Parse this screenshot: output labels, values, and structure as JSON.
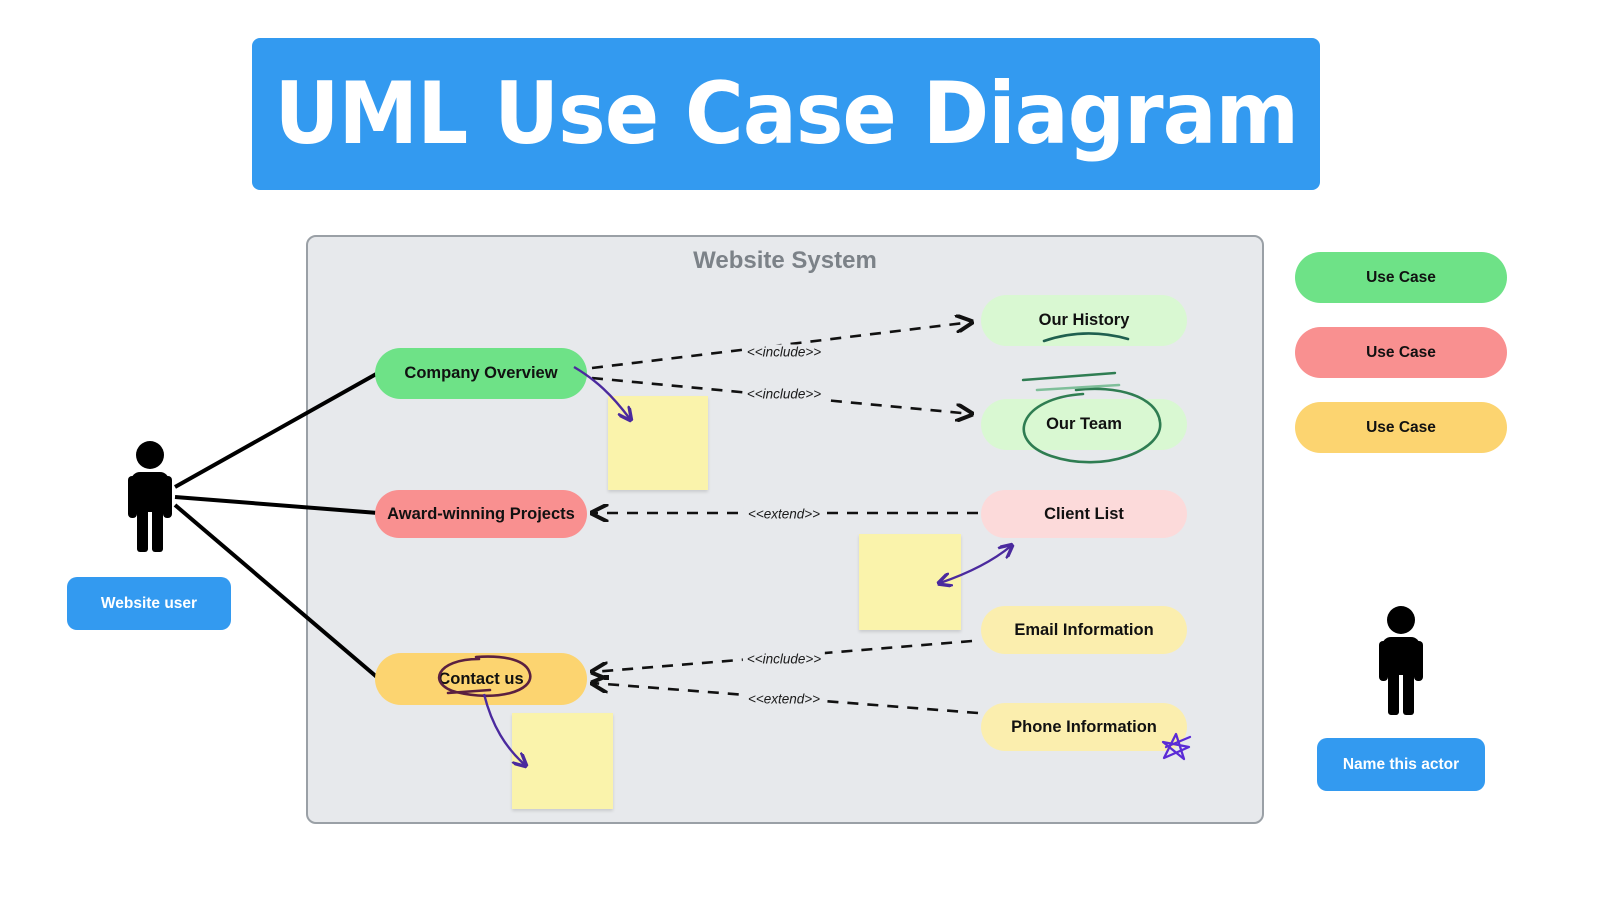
{
  "title": {
    "text": "UML Use Case Diagram",
    "banner_color": "#339af0",
    "text_color": "#ffffff"
  },
  "system": {
    "label": "Website System",
    "fill": "#e7e9ec",
    "border": "#9aa0a6",
    "label_color": "#7c8288"
  },
  "actors": [
    {
      "name": "website-user",
      "label": "Website user",
      "label_color": "#339af0"
    },
    {
      "name": "unnamed-actor",
      "label": "Name this actor",
      "label_color": "#339af0"
    }
  ],
  "use_cases": {
    "company_overview": {
      "label": "Company Overview",
      "color": "#6ee287"
    },
    "award_winning_projects": {
      "label": "Award-winning Projects",
      "color": "#f99090"
    },
    "contact_us": {
      "label": "Contact us",
      "color": "#fcd470"
    },
    "our_history": {
      "label": "Our History",
      "color": "#d9f8d2"
    },
    "our_team": {
      "label": "Our Team",
      "color": "#d9f8d2"
    },
    "client_list": {
      "label": "Client List",
      "color": "#fcdada"
    },
    "email_information": {
      "label": "Email Information",
      "color": "#fbeeae"
    },
    "phone_information": {
      "label": "Phone Information",
      "color": "#fbeeae"
    }
  },
  "relationships": [
    {
      "id": "rel-history",
      "label": "<<include>>",
      "from": "Company Overview",
      "to": "Our History",
      "style": "dashed"
    },
    {
      "id": "rel-team",
      "label": "<<include>>",
      "from": "Company Overview",
      "to": "Our Team",
      "style": "dashed"
    },
    {
      "id": "rel-clients",
      "label": "<<extend>>",
      "from": "Client List",
      "to": "Award-winning Projects",
      "style": "dashed"
    },
    {
      "id": "rel-email",
      "label": "<<include>>",
      "from": "Email Information",
      "to": "Contact us",
      "style": "dashed"
    },
    {
      "id": "rel-phone",
      "label": "<<extend>>",
      "from": "Phone Information",
      "to": "Contact us",
      "style": "dashed"
    }
  ],
  "legend": {
    "use_case_templates": [
      {
        "label": "Use Case",
        "color": "#6ee287"
      },
      {
        "label": "Use Case",
        "color": "#f99090"
      },
      {
        "label": "Use Case",
        "color": "#fcd470"
      }
    ]
  },
  "sticky_notes": [
    {
      "id": "sticky-company-overview",
      "text": ""
    },
    {
      "id": "sticky-client-list",
      "text": ""
    },
    {
      "id": "sticky-contact-us",
      "text": ""
    }
  ],
  "annotations": [
    {
      "id": "annotation-our-history-underline",
      "type": "underline-stroke",
      "color": "#1f5f4f"
    },
    {
      "id": "annotation-our-team-circle",
      "type": "ellipse-scribble",
      "color": "#2f7d52"
    },
    {
      "id": "annotation-contact-us-circle",
      "type": "ellipse-scribble",
      "color": "#5b2040"
    },
    {
      "id": "annotation-phone-star",
      "type": "star-scribble",
      "color": "#5b2bd6"
    }
  ]
}
